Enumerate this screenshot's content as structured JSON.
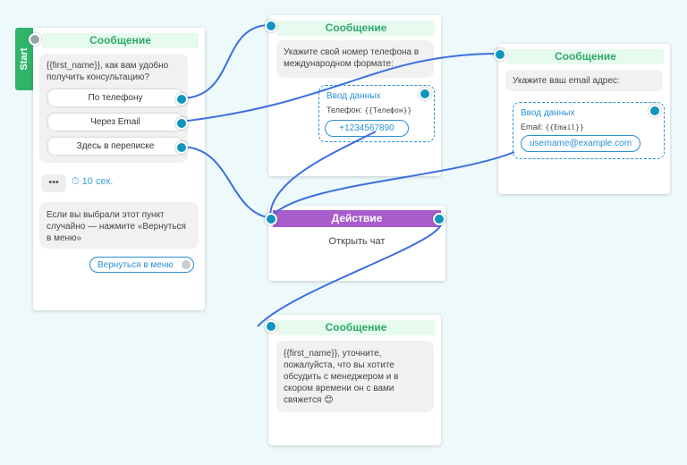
{
  "start_label": "Start",
  "node1": {
    "title": "Сообщение",
    "text": "{{first_name}}, как вам удобно получить консультацию?",
    "options": [
      "По телефону",
      "Через Email",
      "Здесь в переписке"
    ],
    "typing": "•••",
    "timer": "10 сек.",
    "note": "Если вы выбрали этот пункт случайно — нажмите «Вернуться в меню»",
    "menu_button": "Вернуться в меню"
  },
  "node2": {
    "title": "Сообщение",
    "text": "Укажите свой номер телефона в международном формате:",
    "input_title": "Ввод данных",
    "input_label": "Телефон:",
    "input_var": "{{Телефон}}",
    "input_sample": "+1234567890"
  },
  "node3": {
    "title": "Сообщение",
    "text": "Укажите ваш email адрес:",
    "input_title": "Ввод данных",
    "input_label": "Email:",
    "input_var": "{{Email}}",
    "input_sample": "username@example.com"
  },
  "action": {
    "title": "Действие",
    "text": "Открыть чат"
  },
  "node4": {
    "title": "Сообщение",
    "text": "{{first_name}}, уточните, пожалуйста, что вы хотите обсудить с менеджером и в скором времени он с вами свяжется",
    "emoji": "😊"
  },
  "colors": {
    "accent": "#0f96bf",
    "link": "#3b6fe0",
    "header_green": "#2fa86b",
    "action_purple": "#a95ccb",
    "start_green": "#2fb56a"
  },
  "icons": {
    "timer": "stopwatch-icon",
    "typing": "typing-dots-icon",
    "emoji": "smiling-face-icon"
  }
}
